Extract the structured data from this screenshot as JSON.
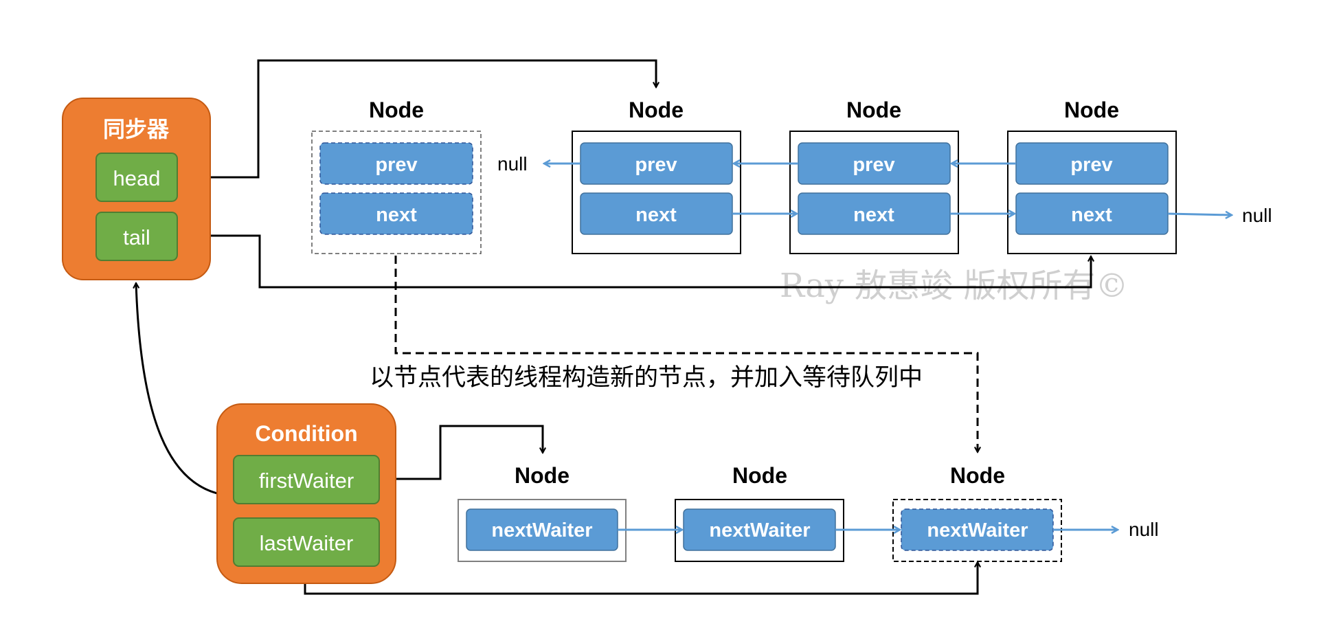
{
  "synchronizer": {
    "title": "同步器",
    "head_label": "head",
    "tail_label": "tail"
  },
  "condition": {
    "title": "Condition",
    "first_waiter_label": "firstWaiter",
    "last_waiter_label": "lastWaiter"
  },
  "sync_queue": {
    "nodes": [
      {
        "label": "Node",
        "prev": "prev",
        "next": "next"
      },
      {
        "label": "Node",
        "prev": "prev",
        "next": "next"
      },
      {
        "label": "Node",
        "prev": "prev",
        "next": "next"
      },
      {
        "label": "Node",
        "prev": "prev",
        "next": "next"
      }
    ],
    "null_left": "null",
    "null_right": "null"
  },
  "wait_queue": {
    "nodes": [
      {
        "label": "Node",
        "field": "nextWaiter"
      },
      {
        "label": "Node",
        "field": "nextWaiter"
      },
      {
        "label": "Node",
        "field": "nextWaiter"
      }
    ],
    "null_right": "null"
  },
  "caption": "以节点代表的线程构造新的节点，并加入等待队列中",
  "watermark": "Ray 敖惠竣 版权所有©",
  "colors": {
    "orange": "#ED7D31",
    "green": "#70AD47",
    "blue": "#5B9BD5",
    "arrow_blue": "#5B9BD5",
    "black": "#000000"
  }
}
